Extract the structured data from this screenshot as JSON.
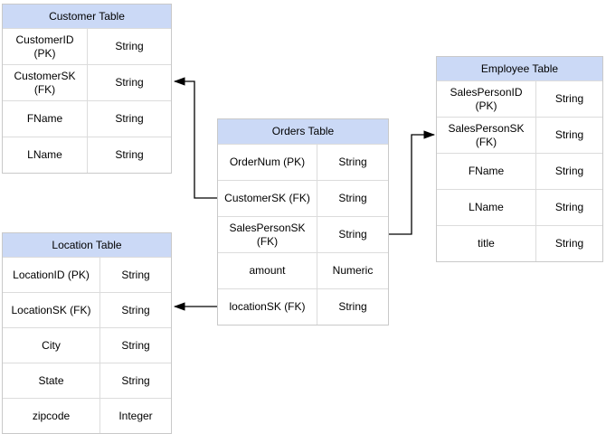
{
  "tables": {
    "customer": {
      "title": "Customer Table",
      "rows": [
        {
          "field": "CustomerID (PK)",
          "type": "String"
        },
        {
          "field": "CustomerSK\n(FK)",
          "type": "String"
        },
        {
          "field": "FName",
          "type": "String"
        },
        {
          "field": "LName",
          "type": "String"
        }
      ]
    },
    "orders": {
      "title": "Orders Table",
      "rows": [
        {
          "field": "OrderNum (PK)",
          "type": "String"
        },
        {
          "field": "CustomerSK (FK)",
          "type": "String"
        },
        {
          "field": "SalesPersonSK\n(FK)",
          "type": "String"
        },
        {
          "field": "amount",
          "type": "Numeric"
        },
        {
          "field": "locationSK (FK)",
          "type": "String"
        }
      ]
    },
    "employee": {
      "title": "Employee Table",
      "rows": [
        {
          "field": "SalesPersonID (PK)",
          "type": "String"
        },
        {
          "field": "SalesPersonSK\n(FK)",
          "type": "String"
        },
        {
          "field": "FName",
          "type": "String"
        },
        {
          "field": "LName",
          "type": "String"
        },
        {
          "field": "title",
          "type": "String"
        }
      ]
    },
    "location": {
      "title": "Location Table",
      "rows": [
        {
          "field": "LocationID (PK)",
          "type": "String"
        },
        {
          "field": "LocationSK (FK)",
          "type": "String"
        },
        {
          "field": "City",
          "type": "String"
        },
        {
          "field": "State",
          "type": "String"
        },
        {
          "field": "zipcode",
          "type": "Integer"
        }
      ]
    }
  },
  "relationships": [
    {
      "from": "Orders Table.CustomerSK (FK)",
      "to": "Customer Table.CustomerSK (FK)"
    },
    {
      "from": "Orders Table.SalesPersonSK (FK)",
      "to": "Employee Table.SalesPersonSK (FK)"
    },
    {
      "from": "Orders Table.locationSK (FK)",
      "to": "Location Table.LocationSK (FK)"
    }
  ],
  "colors": {
    "header_fill": "#cbd9f6",
    "table_border": "#c9c9c9",
    "row_border": "#dcdcdc",
    "arrow": "#000000",
    "background": "#ffffff"
  }
}
